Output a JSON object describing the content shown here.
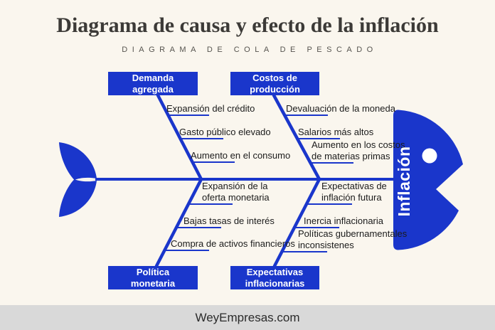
{
  "header": {
    "title": "Diagrama de causa y efecto de la inflación",
    "subtitle": "DIAGRAMA DE COLA DE PESCADO"
  },
  "footer": {
    "site": "WeyEmpresas.com"
  },
  "colors": {
    "accent_blue": "#1A36CB",
    "background_cream": "#FAF6EE",
    "footer_gray": "#D9D9D9",
    "title_text": "#3C3A37"
  },
  "diagram": {
    "type": "fishbone-cause-effect",
    "effect_label": "Inflación",
    "categories": [
      {
        "id": "demanda-agregada",
        "label": "Demanda\nagregada",
        "position": "top-left",
        "causes": [
          "Expansión del crédito",
          "Gasto público elevado",
          "Aumento en el consumo"
        ]
      },
      {
        "id": "costos-de-produccion",
        "label": "Costos de\nproducción",
        "position": "top-right",
        "causes": [
          "Devaluación de la moneda",
          "Salarios más altos",
          "Aumento en los costos\nde materias primas"
        ]
      },
      {
        "id": "politica-monetaria",
        "label": "Política\nmonetaria",
        "position": "bottom-left",
        "causes": [
          "Expansión de la\noferta monetaria",
          "Bajas tasas de interés",
          "Compra de activos financieros"
        ]
      },
      {
        "id": "expectativas-inflacionarias",
        "label": "Expectativas\ninflacionarias",
        "position": "bottom-right",
        "causes": [
          "Expectativas de\ninflación futura",
          "Inercia inflacionaria",
          "Políticas gubernamentales\ninconsistenes"
        ]
      }
    ]
  }
}
